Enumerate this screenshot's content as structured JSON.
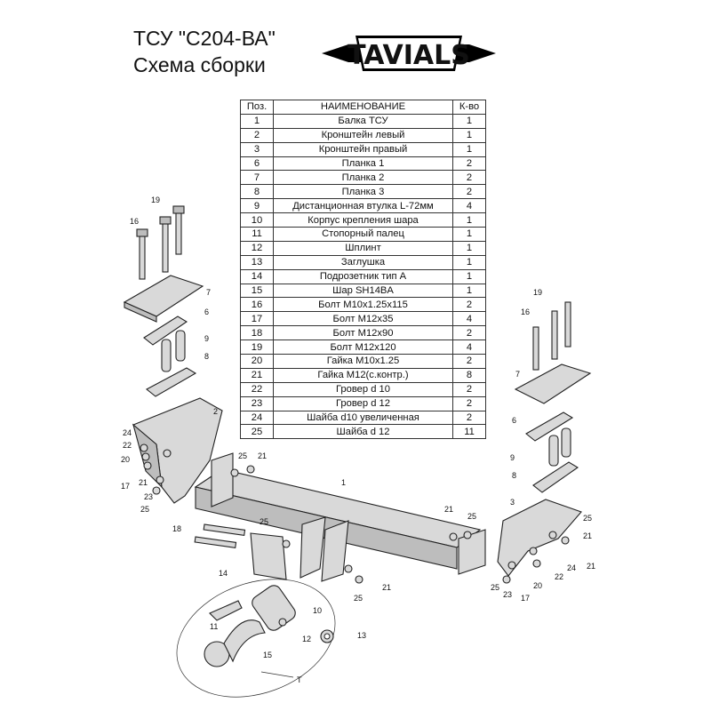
{
  "header": {
    "title": "ТСУ  \"С204-ВА\"",
    "subtitle": "Схема сборки",
    "logo_text": "TAVIALS"
  },
  "table": {
    "columns": [
      "Поз.",
      "НАИМЕНОВАНИЕ",
      "К-во"
    ],
    "rows": [
      [
        "1",
        "Балка ТСУ",
        "1"
      ],
      [
        "2",
        "Кронштейн левый",
        "1"
      ],
      [
        "3",
        "Кронштейн правый",
        "1"
      ],
      [
        "6",
        "Планка 1",
        "2"
      ],
      [
        "7",
        "Планка 2",
        "2"
      ],
      [
        "8",
        "Планка 3",
        "2"
      ],
      [
        "9",
        "Дистанционная втулка L-72мм",
        "4"
      ],
      [
        "10",
        "Корпус крепления шара",
        "1"
      ],
      [
        "11",
        "Стопорный палец",
        "1"
      ],
      [
        "12",
        "Шплинт",
        "1"
      ],
      [
        "13",
        "Заглушка",
        "1"
      ],
      [
        "14",
        "Подрозетник тип А",
        "1"
      ],
      [
        "15",
        "Шар SH14BA",
        "1"
      ],
      [
        "16",
        "Болт М10х1.25х115",
        "2"
      ],
      [
        "17",
        "Болт М12х35",
        "4"
      ],
      [
        "18",
        "Болт М12х90",
        "2"
      ],
      [
        "19",
        "Болт М12х120",
        "4"
      ],
      [
        "20",
        "Гайка  М10х1.25",
        "2"
      ],
      [
        "21",
        "Гайка М12(с.контр.)",
        "8"
      ],
      [
        "22",
        "Гровер d 10",
        "2"
      ],
      [
        "23",
        "Гровер d 12",
        "2"
      ],
      [
        "24",
        "Шайба d10 увеличенная",
        "2"
      ],
      [
        "25",
        "Шайба d 12",
        "11"
      ]
    ]
  },
  "drawing": {
    "callouts": [
      "1",
      "2",
      "3",
      "6",
      "7",
      "8",
      "9",
      "10",
      "11",
      "12",
      "13",
      "14",
      "15",
      "16",
      "17",
      "18",
      "19",
      "20",
      "21",
      "22",
      "23",
      "24",
      "25"
    ],
    "ball_assembly_label": "Т"
  }
}
